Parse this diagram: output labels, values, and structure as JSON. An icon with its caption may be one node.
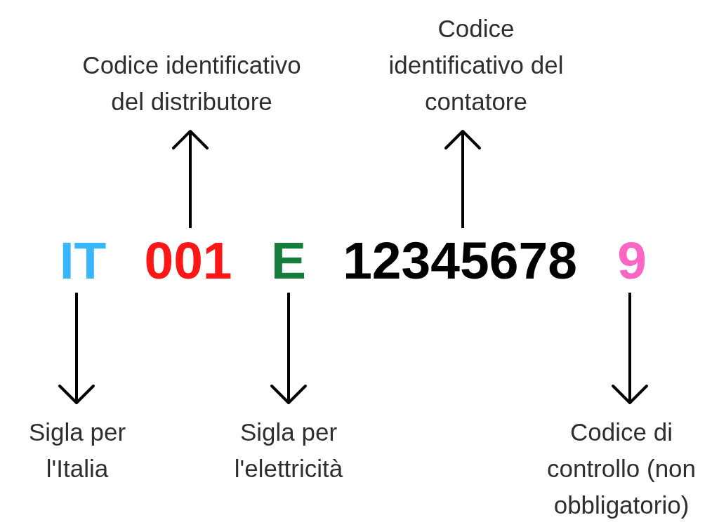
{
  "diagram": {
    "nodes": [
      {
        "text": [
          "Codice identificativo del distributore"
        ]
      },
      {
        "text": [
          "Codice identificativo del contatore"
        ]
      },
      {
        "text": [
          "IT"
        ]
      },
      {
        "text": [
          "001"
        ]
      },
      {
        "text": [
          "E"
        ]
      },
      {
        "text": [
          "12345678"
        ]
      },
      {
        "text": [
          "9"
        ]
      },
      {
        "text": [
          "Sigla per l'Italia"
        ]
      },
      {
        "text": [
          "Sigla per l'elettricità"
        ]
      },
      {
        "text": [
          "Codice di controllo (non obbligatorio)"
        ]
      }
    ],
    "edges": [
      {
        "from": 3,
        "to": 0,
        "arrow": "to"
      },
      {
        "from": 5,
        "to": 1,
        "arrow": "to"
      },
      {
        "from": 2,
        "to": 7,
        "arrow": "to"
      },
      {
        "from": 4,
        "to": 8,
        "arrow": "to"
      },
      {
        "from": 6,
        "to": 9,
        "arrow": "to"
      }
    ]
  }
}
